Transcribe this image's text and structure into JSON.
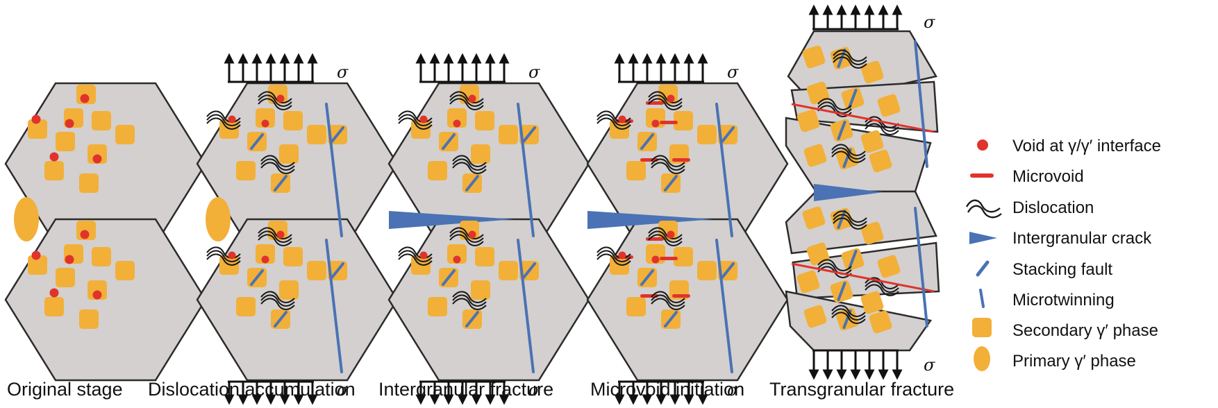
{
  "stages": [
    {
      "id": "original",
      "label": "Original stage"
    },
    {
      "id": "dislocation",
      "label": "Dislocation accumulation"
    },
    {
      "id": "intergranular",
      "label": "Intergranular fracture"
    },
    {
      "id": "microvoid",
      "label": "Microvoid initiation"
    },
    {
      "id": "transgranular",
      "label": "Transgranular fracture"
    }
  ],
  "stress_symbol": "σ",
  "legend": [
    {
      "id": "void",
      "symbol": "red-dot",
      "text": "Void at γ/γ′ interface"
    },
    {
      "id": "microvoid",
      "symbol": "red-dash",
      "text": "Microvoid"
    },
    {
      "id": "dislocation",
      "symbol": "wavy-lines",
      "text": "Dislocation"
    },
    {
      "id": "crack",
      "symbol": "blue-wedge",
      "text": "Intergranular crack"
    },
    {
      "id": "sf",
      "symbol": "blue-slash",
      "text": "Stacking fault"
    },
    {
      "id": "twin",
      "symbol": "blue-bar",
      "text": "Microtwinning"
    },
    {
      "id": "secondary",
      "symbol": "orange-square",
      "text": "Secondary γ′ phase"
    },
    {
      "id": "primary",
      "symbol": "orange-ellipse",
      "text": "Primary γ′ phase"
    }
  ],
  "colors": {
    "grain": "#d3d0cf",
    "outline": "#2b2b2b",
    "precipitate": "#f2b039",
    "void": "#e0332c",
    "crack": "#4a72b4",
    "line": "#1a1a1a"
  }
}
